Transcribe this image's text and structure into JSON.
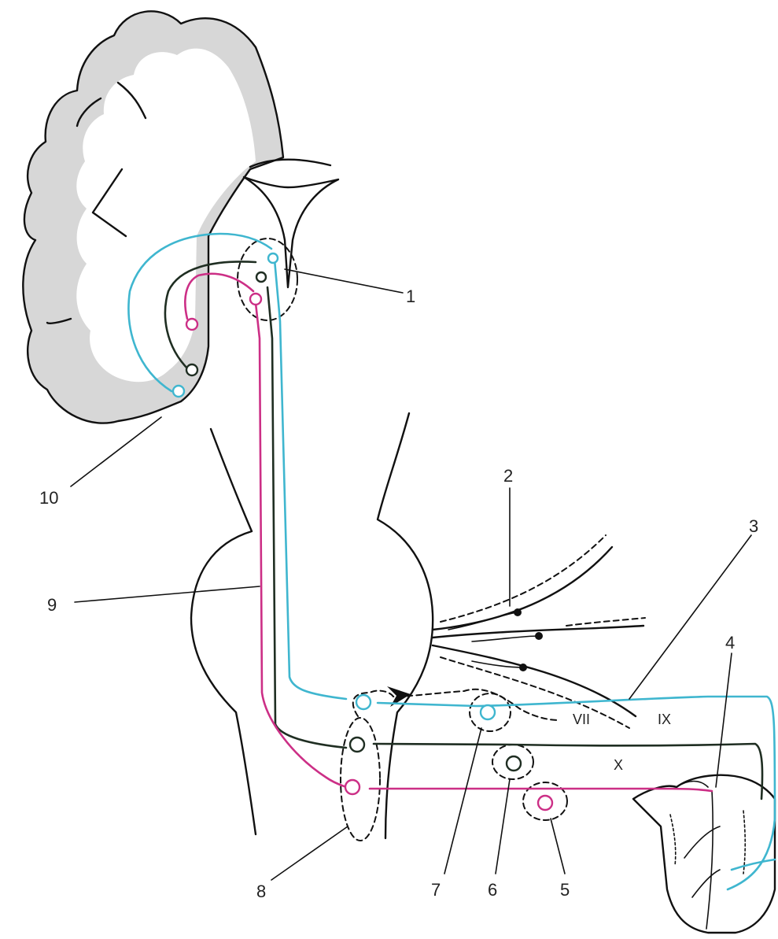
{
  "colors": {
    "cyan": "#3fb6cf",
    "green": "#1f2e22",
    "magenta": "#cc2f86",
    "cortex_gray": "#d7d7d7",
    "outline": "#111111"
  },
  "labels": {
    "l1": "1",
    "l2": "2",
    "l3": "3",
    "l4": "4",
    "l5": "5",
    "l6": "6",
    "l7": "7",
    "l8": "8",
    "l9": "9",
    "l10": "10"
  },
  "nerves": {
    "vii": "VII",
    "ix": "IX",
    "x": "X"
  }
}
